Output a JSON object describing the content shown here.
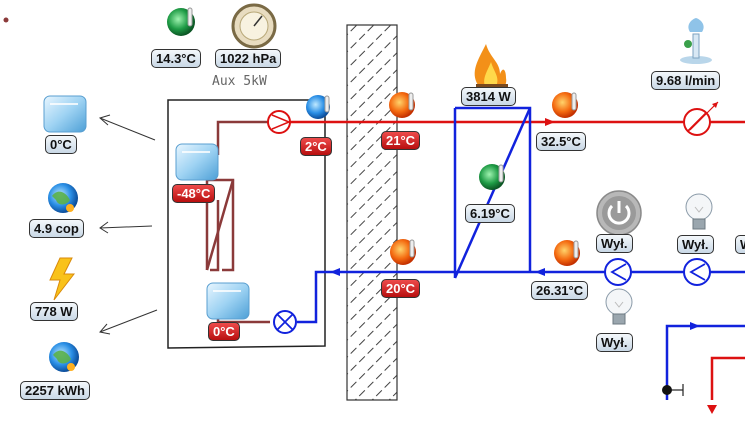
{
  "outdoor": {
    "temperature": "14.3°C",
    "pressure": "1022 hPa",
    "aux_label": "Aux 5kW"
  },
  "left_panel": {
    "freeze_temp": "0°C",
    "cop": "4.9 cop",
    "power": "778 W",
    "energy": "2257 kWh"
  },
  "heat_pump": {
    "evaporator_top_temp": "-48°C",
    "evaporator_bottom_temp": "0°C",
    "compressor_out_temp": "2°C"
  },
  "supply": {
    "heating_power": "3814 W",
    "flow_temp": "21°C",
    "supply_temp": "32.5°C",
    "flow_rate": "9.68 l/min"
  },
  "return": {
    "return_temp": "20°C",
    "buffer_temp": "6.19°C",
    "return_line_temp": "26.31°C"
  },
  "controls": {
    "power_button_label": "Wył.",
    "pump2_label": "Wył.",
    "pump3_label": "W",
    "lamp_label": "Wył."
  },
  "colors": {
    "supply": "#dd1111",
    "return": "#1122dd",
    "loop": "#8b3a3a"
  }
}
